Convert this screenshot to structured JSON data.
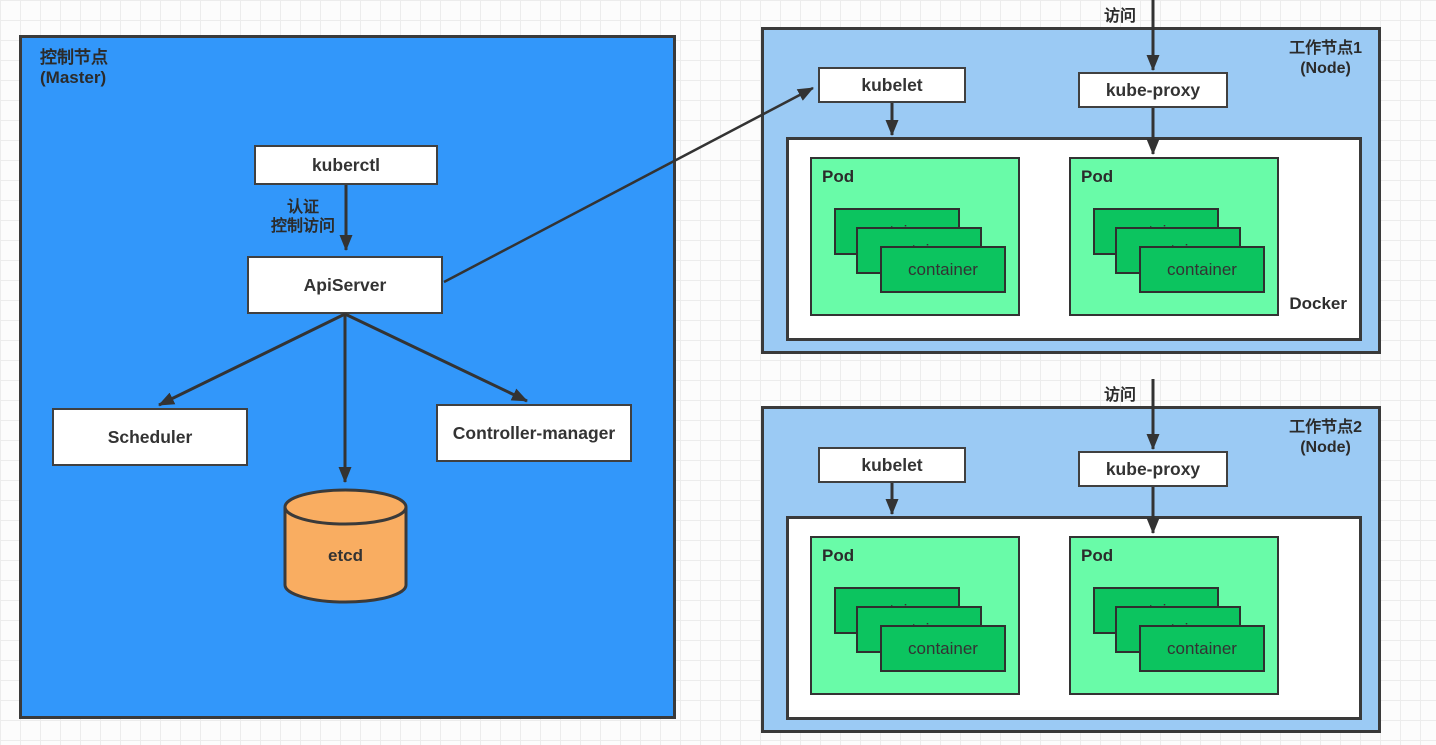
{
  "master": {
    "title": "控制节点",
    "subtitle": "(Master)",
    "kuberctl_label": "kuberctl",
    "auth_label": "认证\n控制访问",
    "apiserver_label": "ApiServer",
    "scheduler_label": "Scheduler",
    "controller_manager_label": "Controller-manager",
    "etcd_label": "etcd"
  },
  "nodes": [
    {
      "title": "工作节点1\n(Node)",
      "visit_label": "访问",
      "kubelet_label": "kubelet",
      "kube_proxy_label": "kube-proxy",
      "docker_label": "Docker",
      "pods": [
        {
          "label": "Pod",
          "containers": [
            "container",
            "container",
            "container"
          ]
        },
        {
          "label": "Pod",
          "containers": [
            "container",
            "container",
            "container"
          ]
        }
      ]
    },
    {
      "title": "工作节点2\n(Node)",
      "visit_label": "访问",
      "kubelet_label": "kubelet",
      "kube_proxy_label": "kube-proxy",
      "pods": [
        {
          "label": "Pod",
          "containers": [
            "container",
            "container",
            "container"
          ]
        },
        {
          "label": "Pod",
          "containers": [
            "container",
            "container",
            "container"
          ]
        }
      ]
    }
  ],
  "colors": {
    "master_fill": "#3297FA",
    "node_fill": "#9BCAF4",
    "pod_fill": "#69FBA8",
    "container_fill": "#0CC45F",
    "etcd_fill": "#F9AD61",
    "border_color": "#3A3A3A",
    "arrow_color": "#333333"
  }
}
